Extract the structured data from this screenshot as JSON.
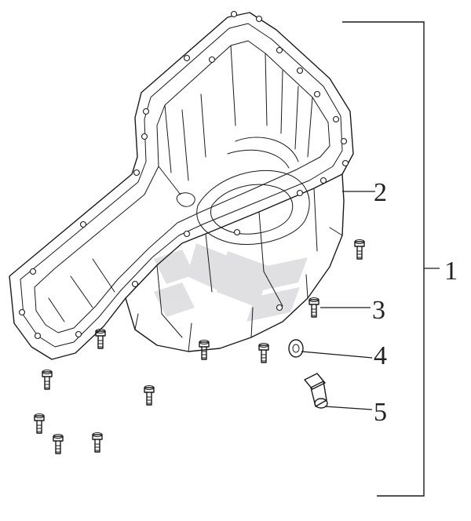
{
  "callouts": {
    "assembly": "1",
    "pan": "2",
    "bolt": "3",
    "washer": "4",
    "drain_plug": "5"
  },
  "colors": {
    "line": "#1a1a1a",
    "watermark": "#c8c8cc",
    "background": "#ffffff"
  },
  "icons": {
    "watermark": "brand-logo-watermark"
  }
}
